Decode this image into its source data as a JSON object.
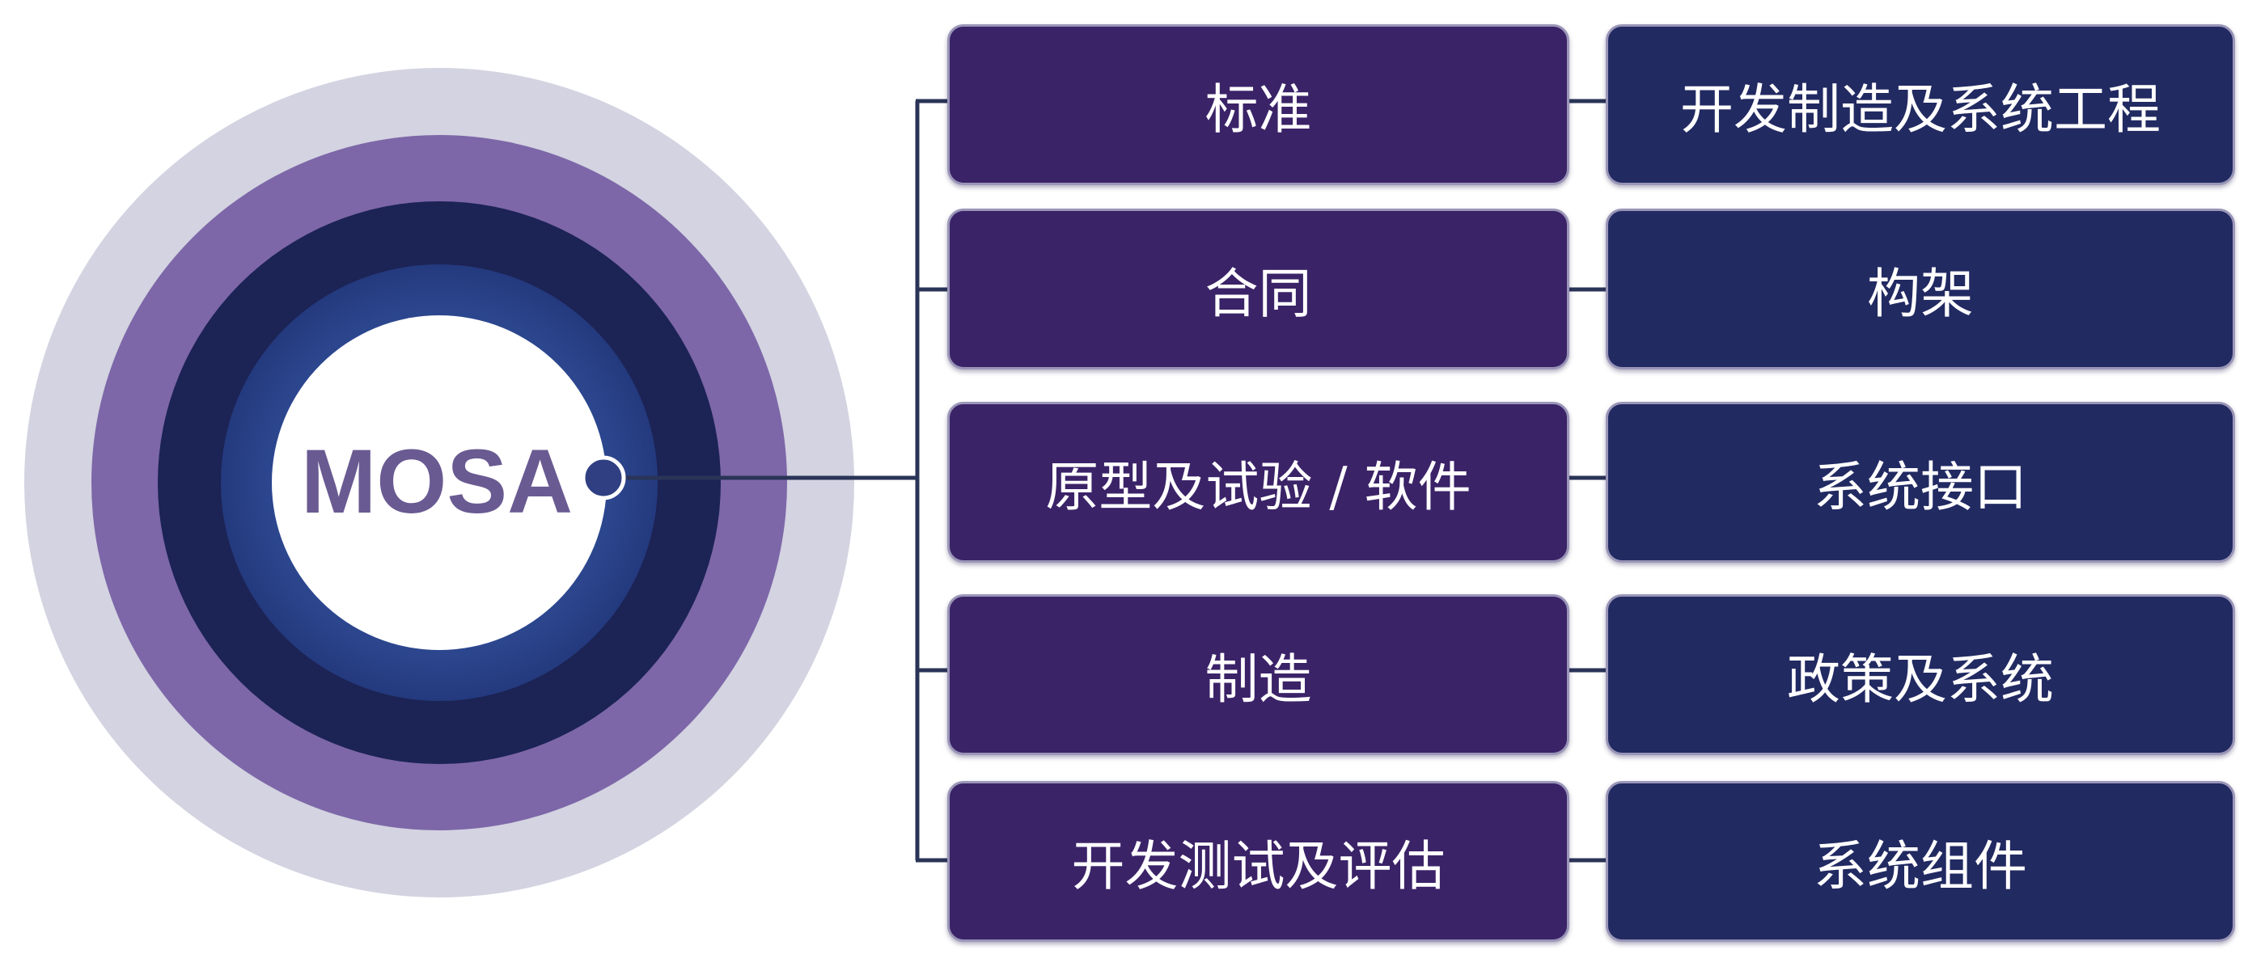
{
  "center": {
    "label": "MOSA"
  },
  "colors": {
    "outer_ring": "#d3d3e1",
    "purple_ring": "#7d67a8",
    "dark_ring": "#1c2355",
    "blue_ring": "#2f4a93",
    "inner_circle": "#ffffff",
    "connector": "#2a3457",
    "left_box": "#3b2368",
    "right_box": "#222a62"
  },
  "rows": [
    {
      "left": "标准",
      "right": "开发制造及系统工程"
    },
    {
      "left": "合同",
      "right": "构架"
    },
    {
      "left": "原型及试验 / 软件",
      "right": "系统接口"
    },
    {
      "left": "制造",
      "right": "政策及系统"
    },
    {
      "left": "开发测试及评估",
      "right": "系统组件"
    }
  ]
}
